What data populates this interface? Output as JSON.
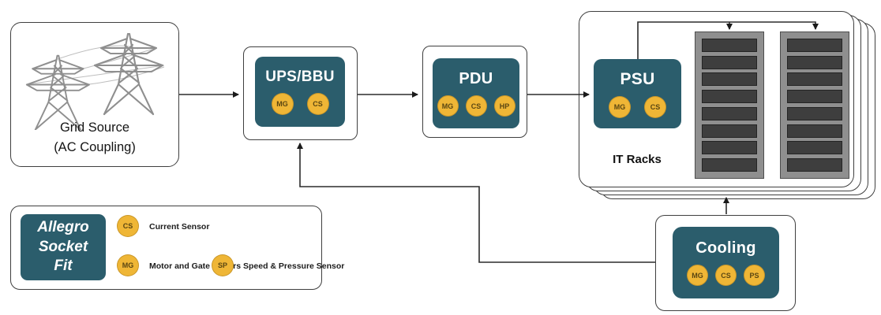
{
  "nodes": {
    "grid_source": {
      "label_line1": "Grid Source",
      "label_line2": "(AC Coupling)"
    },
    "ups": {
      "label": "UPS/BBU",
      "chips": [
        "MG",
        "CS"
      ]
    },
    "pdu": {
      "label": "PDU",
      "chips": [
        "MG",
        "CS",
        "HP"
      ]
    },
    "psu": {
      "label": "PSU",
      "chips": [
        "MG",
        "CS"
      ]
    },
    "it_racks": {
      "label": "IT Racks"
    },
    "cooling": {
      "label": "Cooling",
      "chips": [
        "MG",
        "CS",
        "PS"
      ]
    }
  },
  "legend": {
    "title_lines": [
      "Allegro",
      "Socket",
      "Fit"
    ],
    "entries": [
      {
        "chip": "CS",
        "label": "Current Sensor"
      },
      {
        "chip": "MG",
        "label": "Motor and Gate Drivers"
      },
      {
        "chip": "SP",
        "label": "Speed & Pressure Sensor"
      }
    ]
  },
  "icons": {
    "grid_source_icon": "transmission-towers-icon",
    "rack_icon": "server-rack"
  },
  "colors": {
    "teal": "#2B5D6C",
    "chip_yellow": "#EFB636",
    "rack_gray": "#8F8F8F",
    "rack_slot_dark": "#3E3E3E",
    "connector_line": "#2B2B2B"
  }
}
